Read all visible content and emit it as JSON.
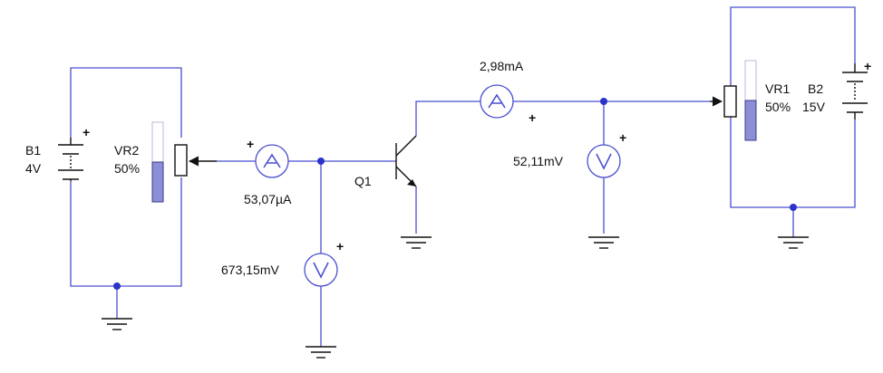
{
  "colors": {
    "wire": "#4a4fd0",
    "node": "#2a34c8",
    "component": "#111111",
    "slider_fill": "#8c8fd6"
  },
  "components": {
    "b1": {
      "name": "B1",
      "value": "4V",
      "polarity": "+"
    },
    "b2": {
      "name": "B2",
      "value": "15V",
      "polarity": "+"
    },
    "vr1": {
      "name": "VR1",
      "value": "50%",
      "level": 0.5
    },
    "vr2": {
      "name": "VR2",
      "value": "50%",
      "level": 0.5
    },
    "q1": {
      "name": "Q1"
    }
  },
  "meters": {
    "base_ammeter": {
      "reading": "53,07µA",
      "symbol": "A",
      "polarity": "+"
    },
    "collector_ammeter": {
      "reading": "2,98mA",
      "symbol": "A",
      "polarity": "+"
    },
    "base_voltmeter": {
      "reading": "673,15mV",
      "symbol": "V",
      "polarity": "+"
    },
    "collector_voltmeter": {
      "reading": "52,11mV",
      "symbol": "V",
      "polarity": "+"
    }
  },
  "icons": {
    "ground": "ground-icon",
    "battery": "battery-icon",
    "potentiometer": "potentiometer-icon",
    "ammeter": "ammeter-icon",
    "voltmeter": "voltmeter-icon",
    "transistor": "npn-transistor-icon"
  }
}
